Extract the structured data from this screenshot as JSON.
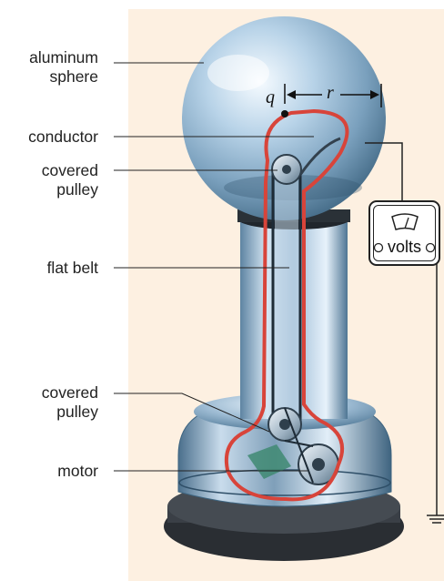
{
  "labels": {
    "aluminum_sphere": [
      "aluminum",
      "sphere"
    ],
    "conductor": "conductor",
    "covered_pulley_top": [
      "covered",
      "pulley"
    ],
    "flat_belt": "flat belt",
    "covered_pulley_bottom": [
      "covered",
      "pulley"
    ],
    "motor": "motor"
  },
  "variables": {
    "charge": "q",
    "radius": "r"
  },
  "meter": {
    "label": "volts",
    "icon": "dial-gauge-icon"
  },
  "icons": {
    "ground": "ground-symbol-icon"
  },
  "colors": {
    "background_panel": "#fdf0e1",
    "conductor_outline": "#d8443a",
    "metal_light": "#e8f3fb",
    "metal_dark": "#3e6581",
    "base_dark": "#2a2e33"
  }
}
